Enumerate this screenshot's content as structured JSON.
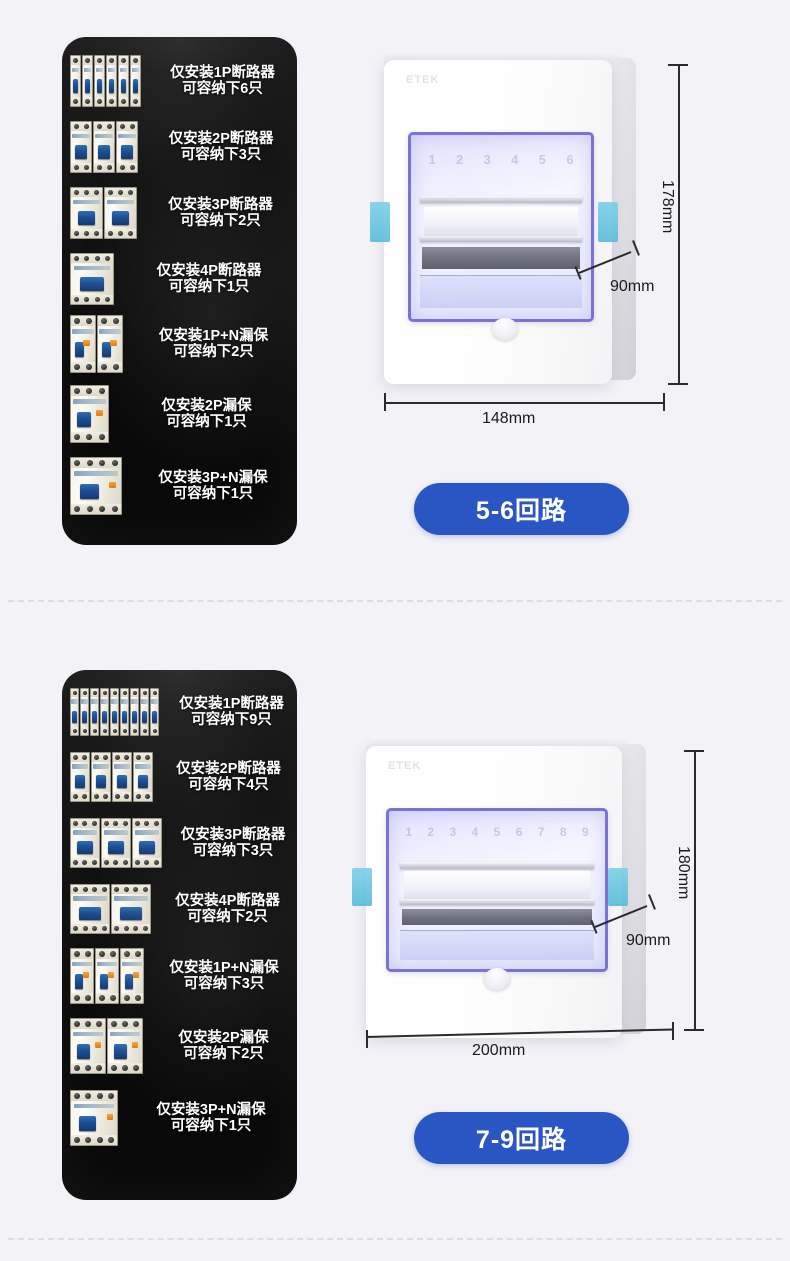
{
  "page": {
    "background_color": "#f2f2f7",
    "accent_blue": "#2a56c4",
    "latch_color": "#5bbcd9",
    "door_frame_color": "#7b72d8"
  },
  "sections": [
    {
      "id": "section-5-6",
      "badge_label": "5-6回路",
      "box": {
        "brand_logo": "ETEK",
        "slot_numbers": [
          "1",
          "2",
          "3",
          "4",
          "5",
          "6"
        ],
        "dimensions": {
          "height": "178mm",
          "depth": "90mm",
          "width": "148mm"
        }
      },
      "capacity_rows": [
        {
          "line1": "仅安装1P断路器",
          "line2": "可容纳下6只",
          "module_type": "1P",
          "count": 6,
          "poles": 1
        },
        {
          "line1": "仅安装2P断路器",
          "line2": "可容纳下3只",
          "module_type": "2P",
          "count": 3,
          "poles": 2
        },
        {
          "line1": "仅安装3P断路器",
          "line2": "可容纳下2只",
          "module_type": "3P",
          "count": 2,
          "poles": 3
        },
        {
          "line1": "仅安装4P断路器",
          "line2": "可容纳下1只",
          "module_type": "4P",
          "count": 1,
          "poles": 4
        },
        {
          "line1": "仅安装1P+N漏保",
          "line2": "可容纳下2只",
          "module_type": "1P+N",
          "count": 2,
          "poles": 2
        },
        {
          "line1": "仅安装2P漏保",
          "line2": "可容纳下1只",
          "module_type": "2P-RCD",
          "count": 1,
          "poles": 3
        },
        {
          "line1": "仅安装3P+N漏保",
          "line2": "可容纳下1只",
          "module_type": "3P+N",
          "count": 1,
          "poles": 4
        }
      ]
    },
    {
      "id": "section-7-9",
      "badge_label": "7-9回路",
      "box": {
        "brand_logo": "ETEK",
        "slot_numbers": [
          "1",
          "2",
          "3",
          "4",
          "5",
          "6",
          "7",
          "8",
          "9"
        ],
        "dimensions": {
          "height": "180mm",
          "depth": "90mm",
          "width": "200mm"
        }
      },
      "capacity_rows": [
        {
          "line1": "仅安装1P断路器",
          "line2": "可容纳下9只",
          "module_type": "1P",
          "count": 9,
          "poles": 1
        },
        {
          "line1": "仅安装2P断路器",
          "line2": "可容纳下4只",
          "module_type": "2P",
          "count": 4,
          "poles": 2
        },
        {
          "line1": "仅安装3P断路器",
          "line2": "可容纳下3只",
          "module_type": "3P",
          "count": 3,
          "poles": 3
        },
        {
          "line1": "仅安装4P断路器",
          "line2": "可容纳下2只",
          "module_type": "4P",
          "count": 2,
          "poles": 4
        },
        {
          "line1": "仅安装1P+N漏保",
          "line2": "可容纳下3只",
          "module_type": "1P+N",
          "count": 3,
          "poles": 2
        },
        {
          "line1": "仅安装2P漏保",
          "line2": "可容纳下2只",
          "module_type": "2P-RCD",
          "count": 2,
          "poles": 3
        },
        {
          "line1": "仅安装3P+N漏保",
          "line2": "可容纳下1只",
          "module_type": "3P+N",
          "count": 1,
          "poles": 4
        }
      ]
    }
  ]
}
